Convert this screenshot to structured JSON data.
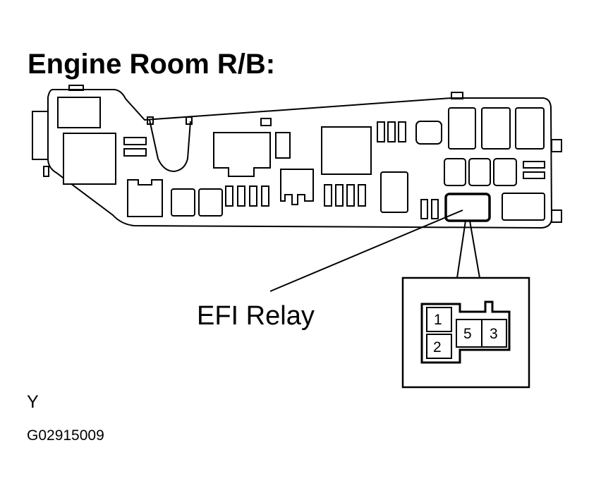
{
  "diagram": {
    "title": "Engine Room R/B:",
    "callout_label": "EFI Relay",
    "connector_pins": [
      "1",
      "2",
      "5",
      "3"
    ],
    "corner_mark": "Y",
    "figure_code": "G02915009"
  }
}
